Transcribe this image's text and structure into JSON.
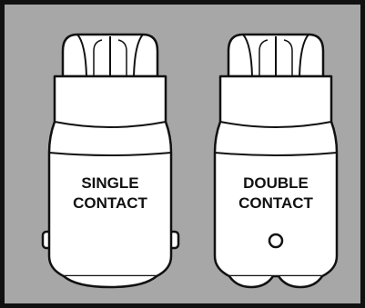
{
  "diagram": {
    "colors": {
      "panel_background": "#a7a7a7",
      "bulb_fill": "#ffffff",
      "outline": "#111111"
    },
    "bulbs": [
      {
        "type": "single-contact",
        "label_line1": "SINGLE",
        "label_line2": "CONTACT"
      },
      {
        "type": "double-contact",
        "label_line1": "DOUBLE",
        "label_line2": "CONTACT"
      }
    ]
  }
}
